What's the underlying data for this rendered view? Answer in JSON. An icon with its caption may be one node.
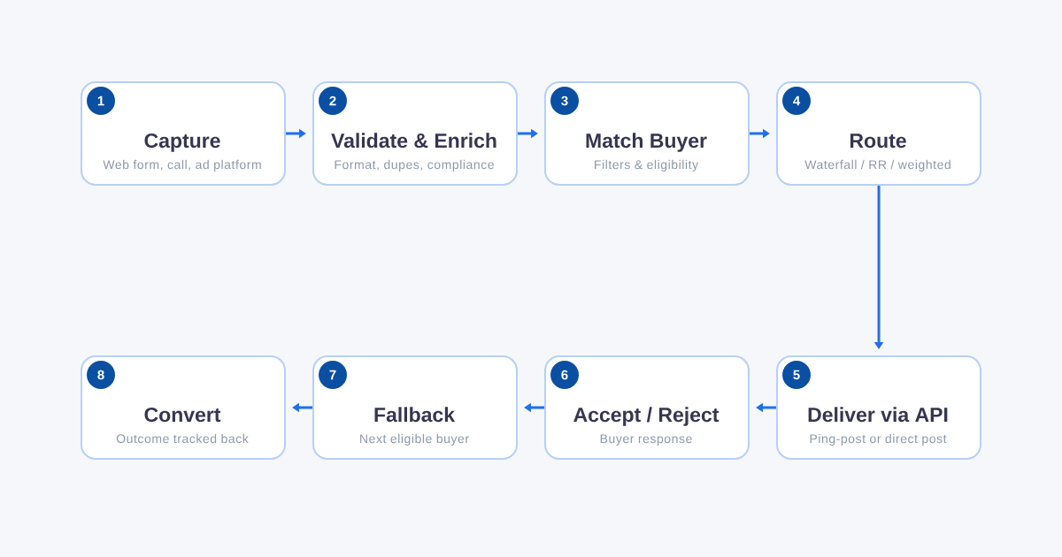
{
  "diagram": {
    "nodes": [
      {
        "text": [
          "Capture",
          "Web form, call, ad platform"
        ]
      },
      {
        "text": [
          "1"
        ],
        "in": 0
      },
      {
        "text": [
          "Validate & Enrich",
          "Format, dupes, compliance"
        ]
      },
      {
        "text": [
          "2"
        ],
        "in": 2
      },
      {
        "text": [
          "Match Buyer",
          "Filters & eligibility"
        ]
      },
      {
        "text": [
          "3"
        ],
        "in": 4
      },
      {
        "text": [
          "Route",
          "Waterfall / RR / weighted"
        ]
      },
      {
        "text": [
          "4"
        ],
        "in": 6
      },
      {
        "text": [
          "Deliver via API",
          "Ping-post or direct post"
        ]
      },
      {
        "text": [
          "5"
        ],
        "in": 8
      },
      {
        "text": [
          "Accept / Reject",
          "Buyer response"
        ]
      },
      {
        "text": [
          "6"
        ],
        "in": 10
      },
      {
        "text": [
          "Fallback",
          "Next eligible buyer"
        ]
      },
      {
        "text": [
          "7"
        ],
        "in": 12
      },
      {
        "text": [
          "Convert",
          "Outcome tracked back"
        ]
      },
      {
        "text": [
          "8"
        ],
        "in": 14
      }
    ],
    "edges": [
      {
        "from": 0,
        "to": 2,
        "arrow": "to"
      },
      {
        "from": 2,
        "to": 4,
        "arrow": "to"
      },
      {
        "from": 4,
        "to": 6,
        "arrow": "to"
      },
      {
        "from": 6,
        "to": 8,
        "arrow": "to"
      },
      {
        "from": 8,
        "to": 10,
        "arrow": "to"
      },
      {
        "from": 10,
        "to": 12,
        "arrow": "to"
      },
      {
        "from": 12,
        "to": 14,
        "arrow": "to"
      }
    ]
  }
}
